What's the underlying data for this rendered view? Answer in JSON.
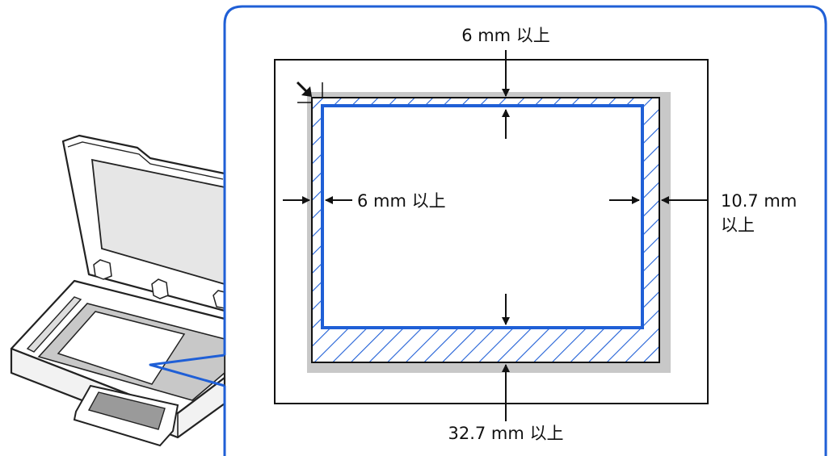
{
  "labels": {
    "top": "6 mm 以上",
    "left": "6 mm 以上",
    "right_line1": "10.7 mm",
    "right_line2": "以上",
    "bottom": "32.7 mm 以上"
  },
  "colors": {
    "callout_border": "#1f5fd6",
    "scan_area": "#1f5fd6",
    "hatch": "#1f5fd6",
    "glass_shade": "#c8c8c8",
    "line": "#111111"
  },
  "icons": {
    "corner_marker": "diagonal-arrow-icon"
  }
}
